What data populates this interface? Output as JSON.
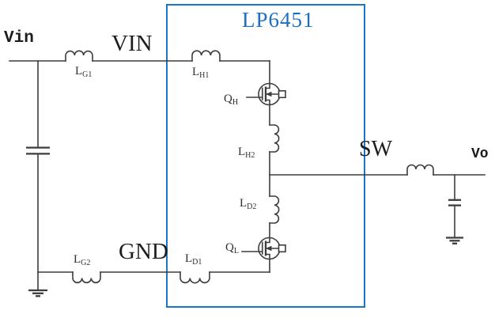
{
  "diagram": {
    "title": "LP6451",
    "nodes": {
      "vin_ext": "Vin",
      "vin_pin": "VIN",
      "gnd_pin": "GND",
      "sw_pin": "SW",
      "vout": "Vo"
    },
    "components": {
      "lg1": {
        "main": "L",
        "sub": "G1"
      },
      "lh1": {
        "main": "L",
        "sub": "H1"
      },
      "lh2": {
        "main": "L",
        "sub": "H2"
      },
      "ld2": {
        "main": "L",
        "sub": "D2"
      },
      "ld1": {
        "main": "L",
        "sub": "D1"
      },
      "lg2": {
        "main": "L",
        "sub": "G2"
      },
      "qh": {
        "main": "Q",
        "sub": "H"
      },
      "ql": {
        "main": "Q",
        "sub": "L"
      }
    },
    "colors": {
      "box": "#1877c8",
      "title": "#1d6fc4",
      "wire": "#3d3d3d"
    }
  }
}
